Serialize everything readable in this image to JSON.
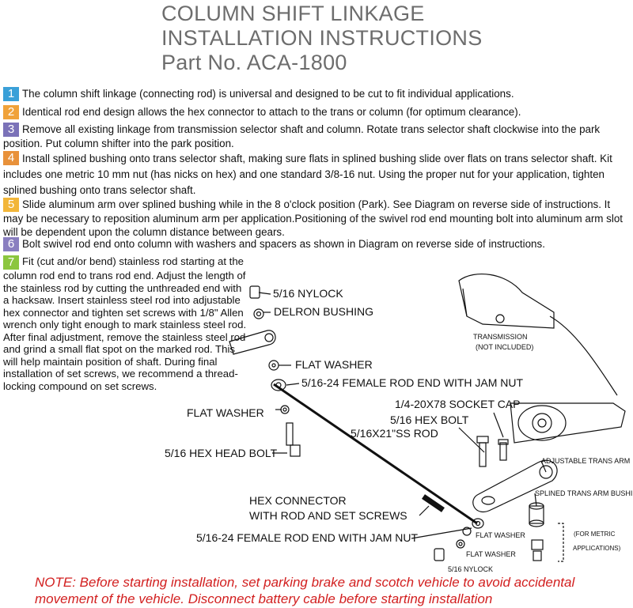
{
  "header": {
    "line1": "COLUMN SHIFT LINKAGE",
    "line2": "INSTALLATION INSTRUCTIONS",
    "line3": "Part No. ACA-1800"
  },
  "colors": {
    "title_gray": "#6d6d6d",
    "badge_1": "#3aa0d8",
    "badge_2": "#f0a23a",
    "badge_3": "#7b72b8",
    "badge_4": "#e8913a",
    "badge_5": "#f2b63a",
    "badge_6": "#8a7fc0",
    "badge_7": "#8cc63f",
    "note_red": "#d21f1f"
  },
  "steps": [
    {
      "num": "1",
      "text": "The column shift linkage (connecting rod) is universal and designed to be cut to fit individual applications."
    },
    {
      "num": "2",
      "text": "Identical rod end design allows the hex connector to attach to the trans or column (for optimum clearance)."
    },
    {
      "num": "3",
      "text": "Remove all existing linkage from transmission selector shaft and column. Rotate trans selector shaft clockwise into the park position. Put column shifter into the park position."
    },
    {
      "num": "4",
      "text": "Install splined bushing onto trans selector shaft, making sure flats in splined bushing slide over flats on trans selector shaft. Kit includes one metric 10 mm nut (has nicks on hex) and one standard 3/8-16 nut. Using the proper nut for your application, tighten splined bushing onto trans selector shaft."
    },
    {
      "num": "5",
      "text": "Slide aluminum arm over splined bushing while in the 8 o'clock position (Park). See Diagram on reverse side of instructions. It may be necessary to reposition aluminum arm per application.Positioning of the swivel rod end mounting bolt into aluminum arm slot will be dependent upon the column distance between gears."
    },
    {
      "num": "6",
      "text": "Bolt swivel rod end onto column with washers and spacers as shown in Diagram on reverse side of instructions."
    },
    {
      "num": "7",
      "text": "Fit (cut and/or bend) stainless rod starting at the column rod end to trans rod end. Adjust the length of the stainless rod by cutting the unthreaded end with a hacksaw. Insert stainless steel rod into adjustable hex connector and tighten set screws with 1/8\" Allen wrench only tight enough to mark stainless steel rod. After final adjustment, remove the stainless steel rod and grind a small flat spot on the marked rod. This will help maintain position of shaft. During final installation of set screws, we recommend a thread-locking compound on set screws."
    }
  ],
  "diagram": {
    "labels": {
      "nylock_top": "5/16 NYLOCK",
      "delron": "DELRON BUSHING",
      "flat_washer_1": "FLAT WASHER",
      "female_rod_end_top": "5/16-24 FEMALE ROD END WITH JAM NUT",
      "flat_washer_2": "FLAT WASHER",
      "hex_head_bolt": "5/16 HEX HEAD BOLT",
      "ss_rod": "5/16X21\"SS ROD",
      "socket_cap": "1/4-20X78 SOCKET CAP",
      "hex_bolt": "5/16 HEX BOLT",
      "transmission": "TRANSMISSION",
      "not_included": "(NOT INCLUDED)",
      "adjustable_trans_arm": "ADJUSTABLE TRANS ARM",
      "splined_bushins": "SPLINED TRANS ARM BUSHINS",
      "hex_connector_1": "HEX CONNECTOR",
      "hex_connector_2": "WITH ROD AND SET SCREWS",
      "female_rod_end_bottom": "5/16-24 FEMALE ROD END WITH JAM NUT",
      "flat_washer_3": "FLAT WASHER",
      "flat_washer_4": "FLAT WASHER",
      "nylock_bottom": "5/16 NYLOCK",
      "for_metric": "(FOR METRIC",
      "applications": "APPLICATIONS)"
    }
  },
  "note": "NOTE: Before starting installation, set parking brake and scotch vehicle to avoid accidental movement of the vehicle. Disconnect battery cable before starting installation"
}
